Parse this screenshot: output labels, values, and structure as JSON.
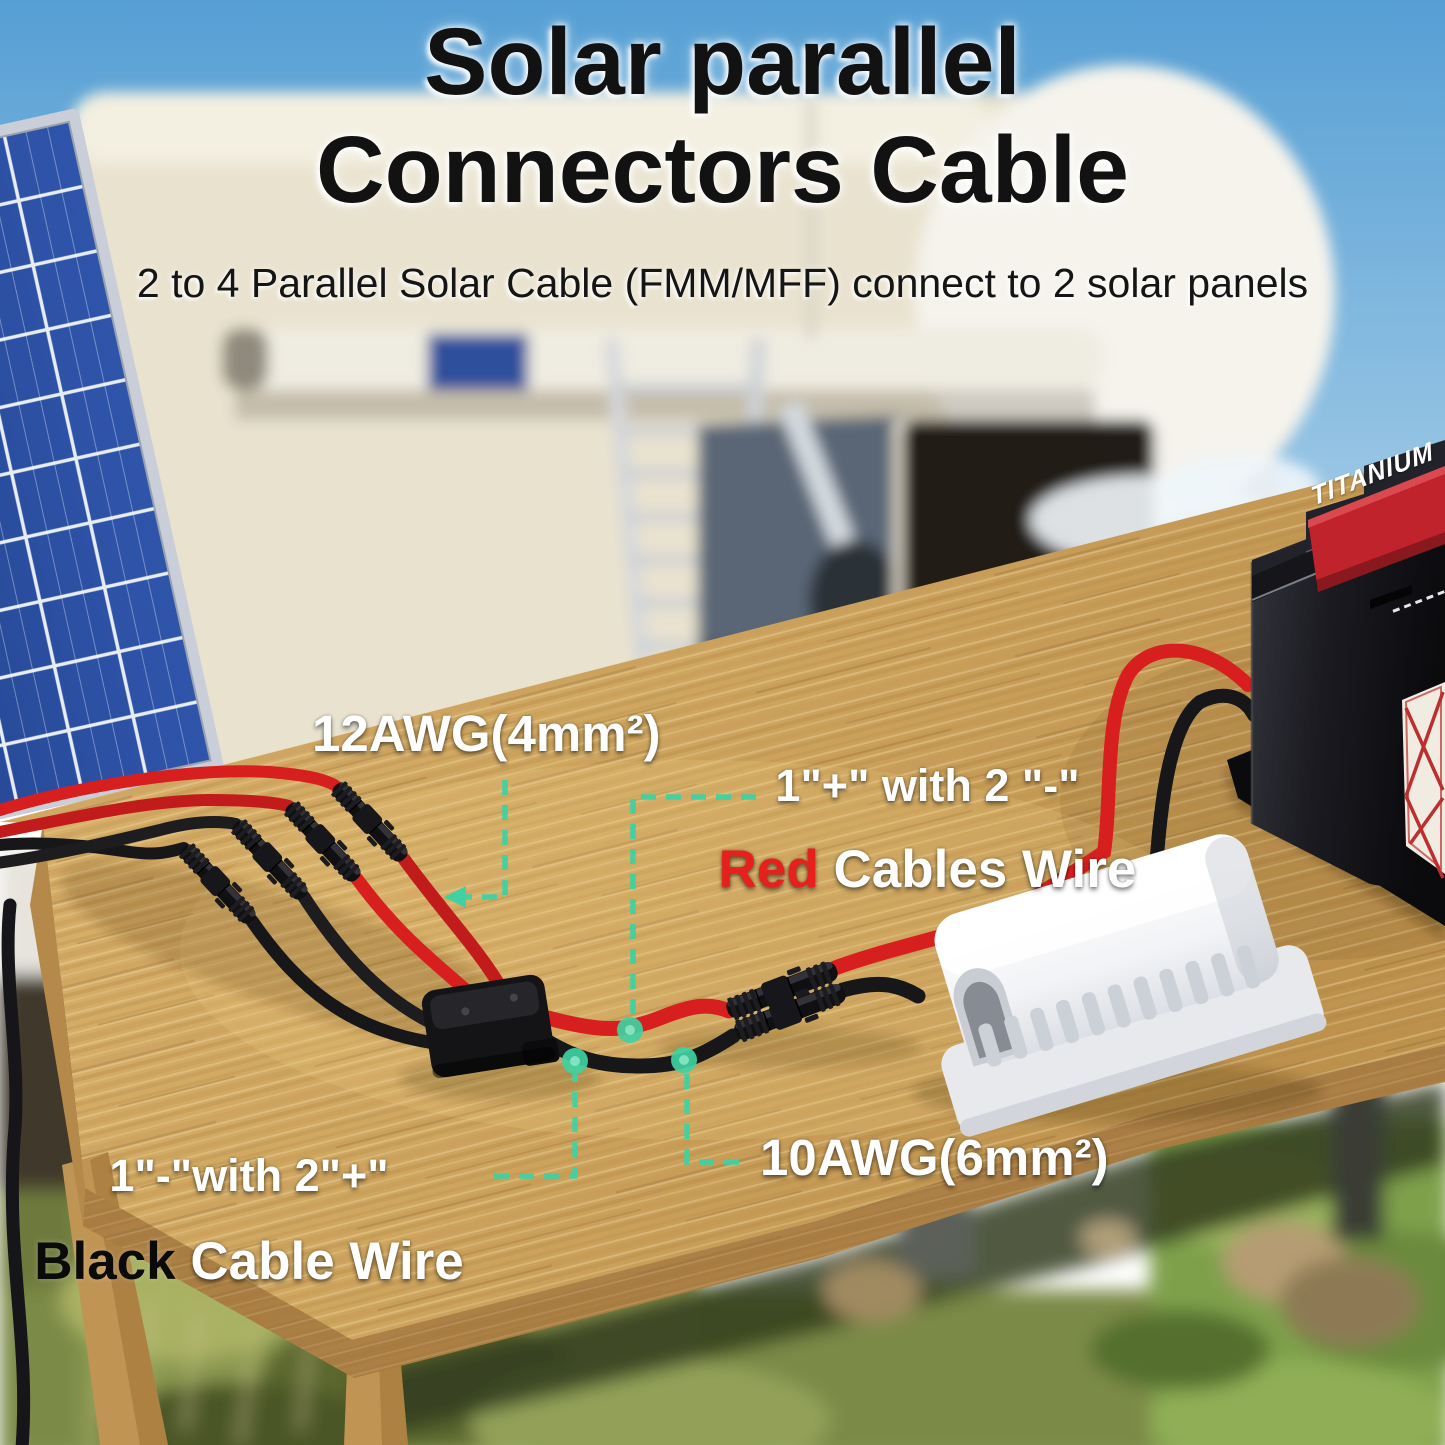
{
  "title": {
    "line1": "Solar parallel",
    "line2": "Connectors Cable"
  },
  "subtitle": "2 to 4 Parallel Solar Cable (FMM/MFF) connect to 2 solar panels",
  "annotations": {
    "gauge_branch_cables": "12AWG(4mm²)",
    "red_cable": {
      "line1": "1\"+\" with 2 \"-\"",
      "highlight": "Red",
      "rest": " Cables Wire"
    },
    "black_cable": {
      "line1": "1\"-\"with 2\"+\"",
      "highlight": "Black",
      "rest": " Cable Wire"
    },
    "gauge_trunk_cables": "10AWG(6mm²)"
  },
  "battery": {
    "brand": "TITANIUM"
  },
  "colors": {
    "leader_accent": "#3fd1a2",
    "cable_red": "#d81f1f",
    "cable_black": "#17171a",
    "highlight_red": "#e8201d",
    "highlight_black": "#0a0a0a",
    "title_text": "#121212",
    "label_text": "#ffffff",
    "battery_label_red": "#c0232c",
    "panel_blue": "#2b4fa2"
  }
}
